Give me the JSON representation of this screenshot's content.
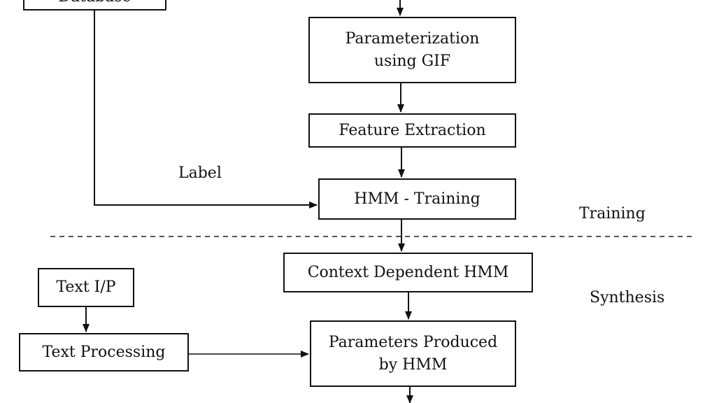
{
  "boxes": {
    "database": "Database",
    "parameterization_line1": "Parameterization",
    "parameterization_line2": "using GIF",
    "feature_extraction": "Feature Extraction",
    "hmm_training": "HMM - Training",
    "context_hmm": "Context Dependent HMM",
    "text_ip": "Text I/P",
    "text_processing": "Text Processing",
    "parameters_line1": "Parameters Produced",
    "parameters_line2": "by HMM"
  },
  "labels": {
    "label": "Label",
    "training": "Training",
    "synthesis": "Synthesis"
  },
  "colors": {
    "line": "#111111",
    "dashed_divider": "#555555"
  }
}
